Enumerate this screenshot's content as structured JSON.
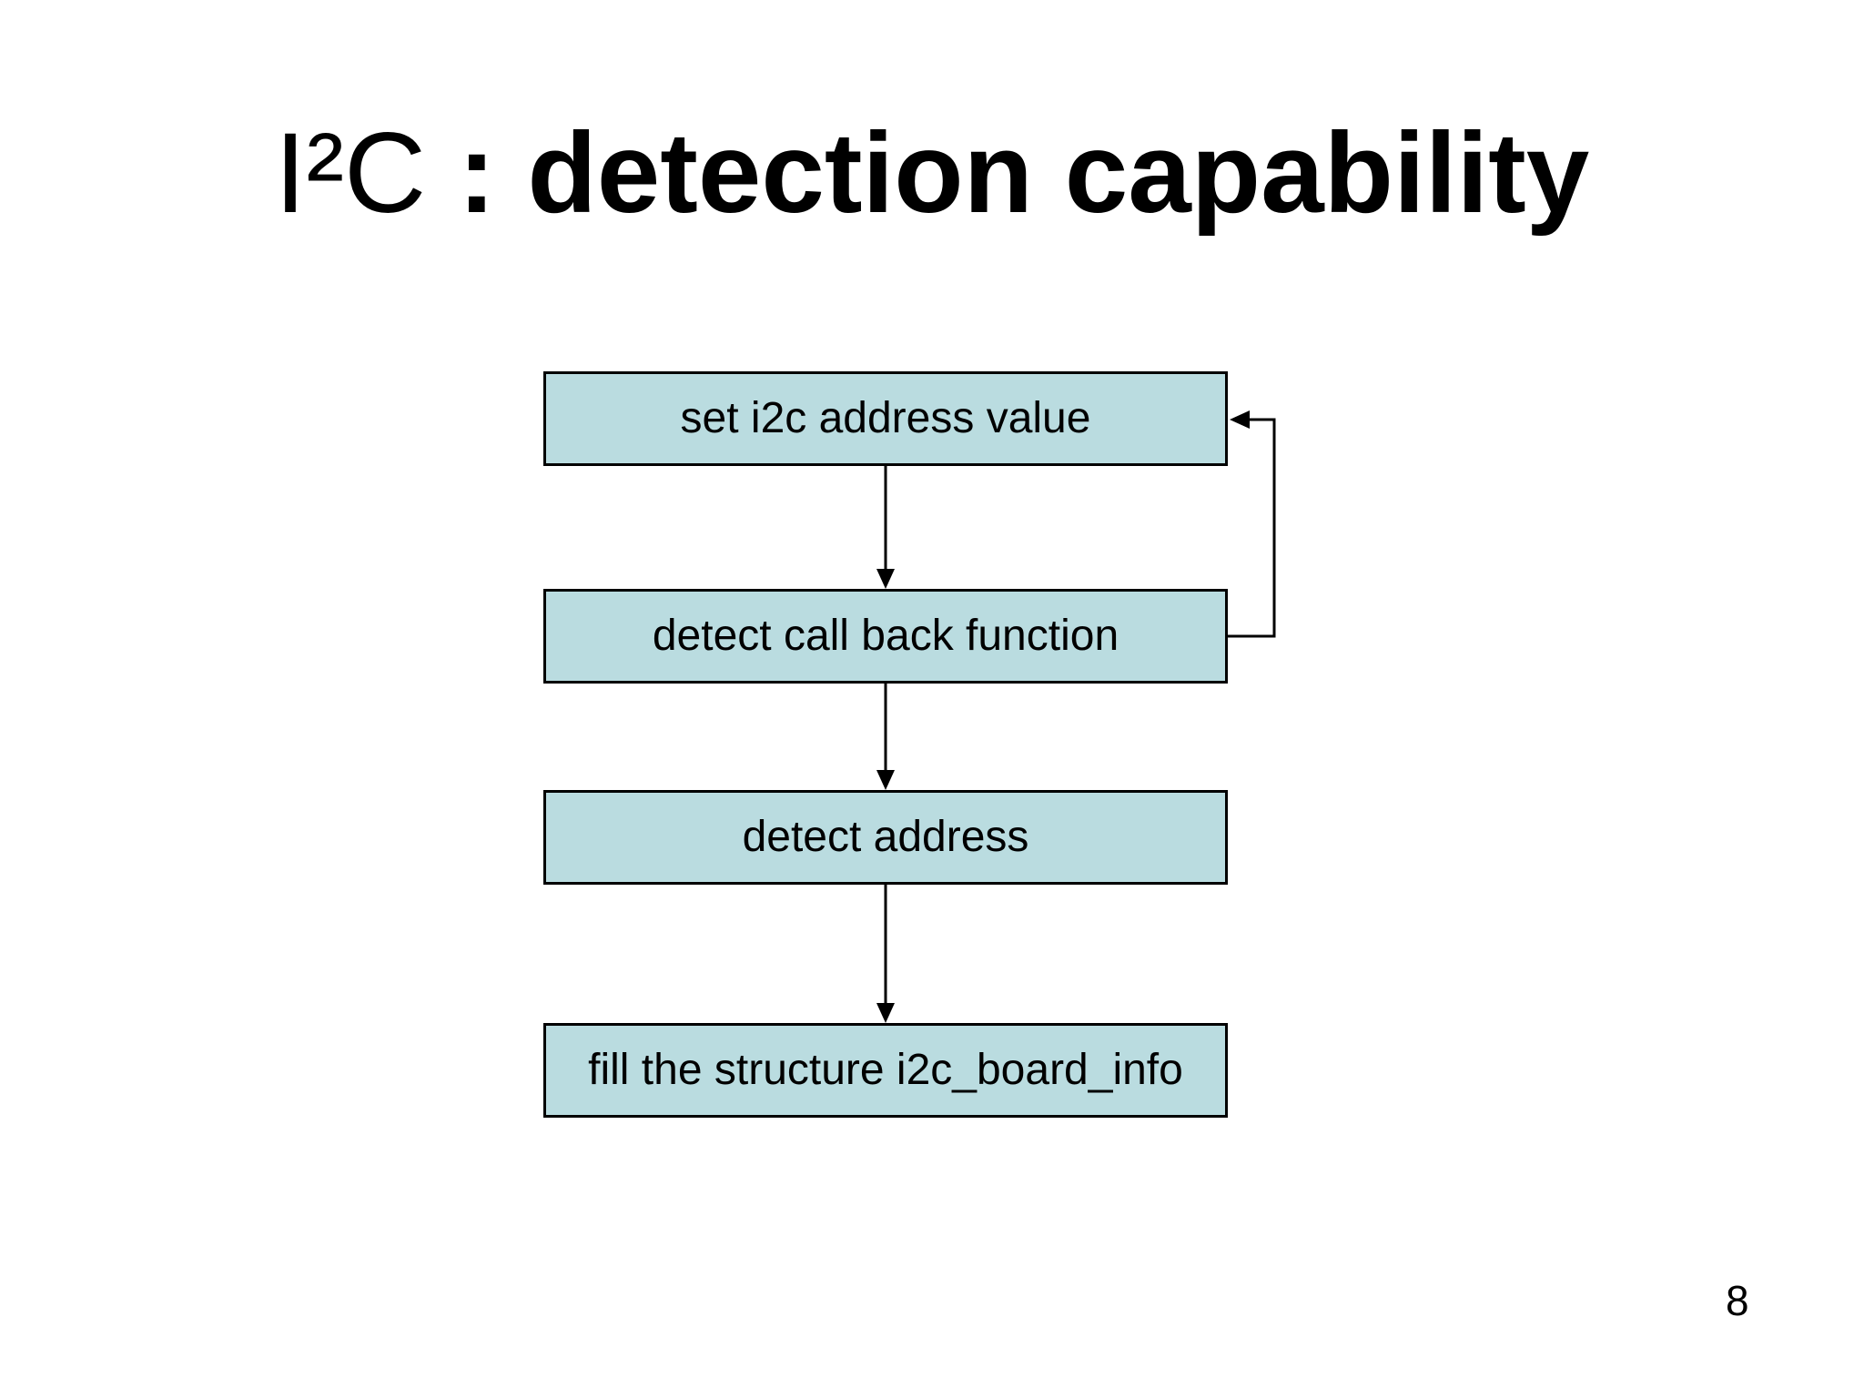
{
  "slide": {
    "background": "#ffffff",
    "title": {
      "prefix": "I²C",
      "separator": " : ",
      "emphasis": "detection capability"
    },
    "page_number": "8"
  },
  "diagram": {
    "type": "flowchart",
    "colors": {
      "node_fill": "#badce0",
      "node_border": "#000000",
      "arrow": "#000000",
      "text": "#000000"
    },
    "nodes": [
      {
        "id": "set-i2c-address-value",
        "label": "set i2c address value"
      },
      {
        "id": "detect-call-back-function",
        "label": "detect call back function"
      },
      {
        "id": "detect-address",
        "label": "detect address"
      },
      {
        "id": "fill-structure-i2c-board-info",
        "label": "fill the structure i2c_board_info"
      }
    ],
    "edges": [
      {
        "from": "set-i2c-address-value",
        "to": "detect-call-back-function",
        "style": "arrow-down"
      },
      {
        "from": "detect-call-back-function",
        "to": "detect-address",
        "style": "arrow-down"
      },
      {
        "from": "detect-address",
        "to": "fill-structure-i2c-board-info",
        "style": "arrow-down"
      },
      {
        "from": "detect-call-back-function",
        "to": "set-i2c-address-value",
        "style": "loop-back-right"
      }
    ]
  }
}
